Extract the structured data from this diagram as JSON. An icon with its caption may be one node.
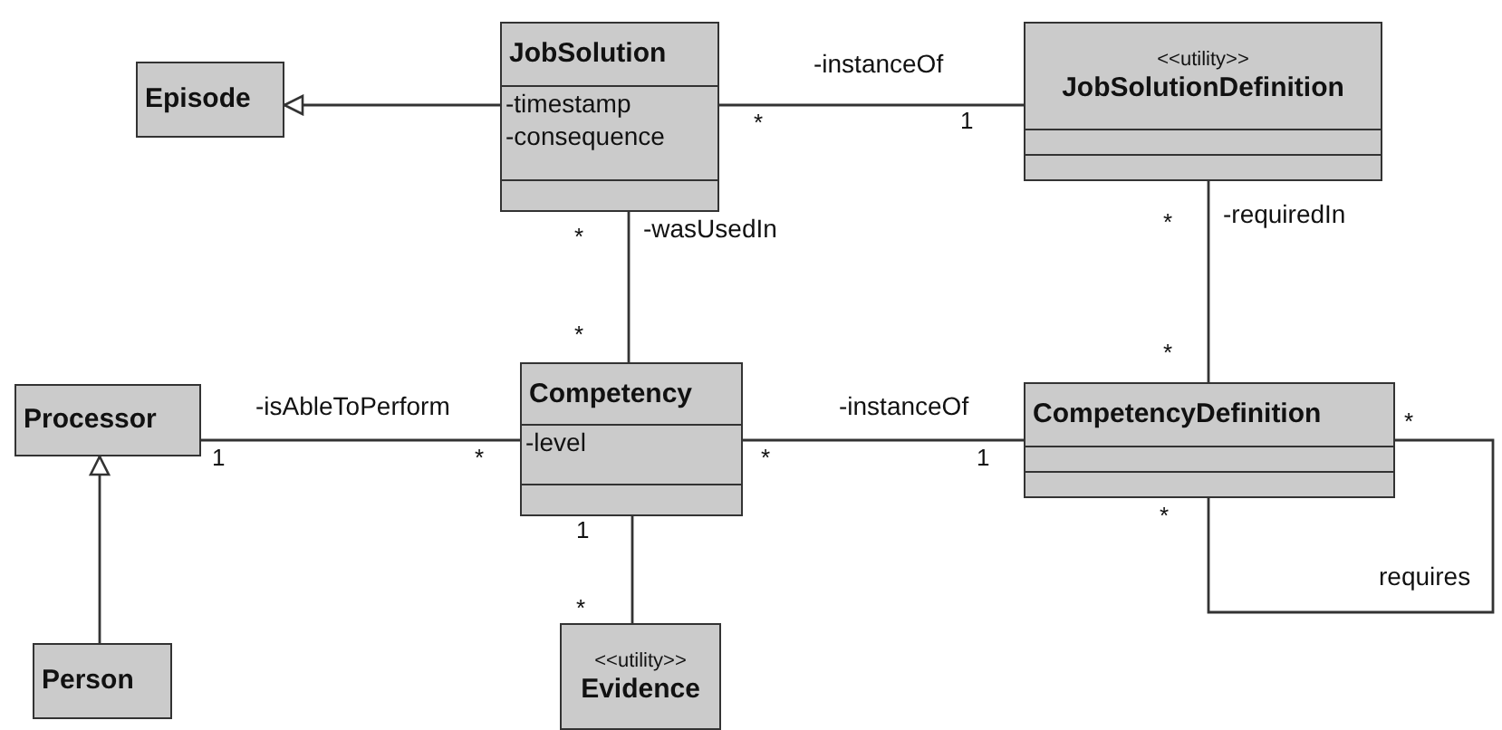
{
  "diagram": {
    "nodes": [
      {
        "text": [
          "Episode"
        ]
      },
      {
        "text": [
          "JobSolution",
          "-timestamp",
          "-consequence"
        ]
      },
      {
        "text": [
          "<<utility>>",
          "JobSolutionDefinition"
        ]
      },
      {
        "text": [
          "Processor"
        ]
      },
      {
        "text": [
          "Competency",
          "-level"
        ]
      },
      {
        "text": [
          "CompetencyDefinition"
        ]
      },
      {
        "text": [
          "Person"
        ]
      },
      {
        "text": [
          "<<utility>>",
          "Evidence"
        ]
      }
    ],
    "edges": [
      {
        "from": 1,
        "to": 0,
        "arrow": "to"
      },
      {
        "from": 1,
        "to": 2,
        "arrow": "none",
        "label": "-instanceOf"
      },
      {
        "from": 1,
        "to": 4,
        "arrow": "none",
        "label": "-wasUsedIn"
      },
      {
        "from": 2,
        "to": 5,
        "arrow": "none",
        "label": "-requiredIn"
      },
      {
        "from": 3,
        "to": 4,
        "arrow": "none",
        "label": "-isAbleToPerform"
      },
      {
        "from": 4,
        "to": 5,
        "arrow": "none",
        "label": "-instanceOf"
      },
      {
        "from": 4,
        "to": 7,
        "arrow": "none"
      },
      {
        "from": 6,
        "to": 3,
        "arrow": "to"
      },
      {
        "from": 5,
        "to": 5,
        "arrow": "none",
        "label": "requires"
      }
    ],
    "labels": [
      "*",
      "1",
      "*",
      "*",
      "*",
      "*",
      "1",
      "*",
      "*",
      "1",
      "*",
      "*",
      "1",
      "*"
    ]
  }
}
